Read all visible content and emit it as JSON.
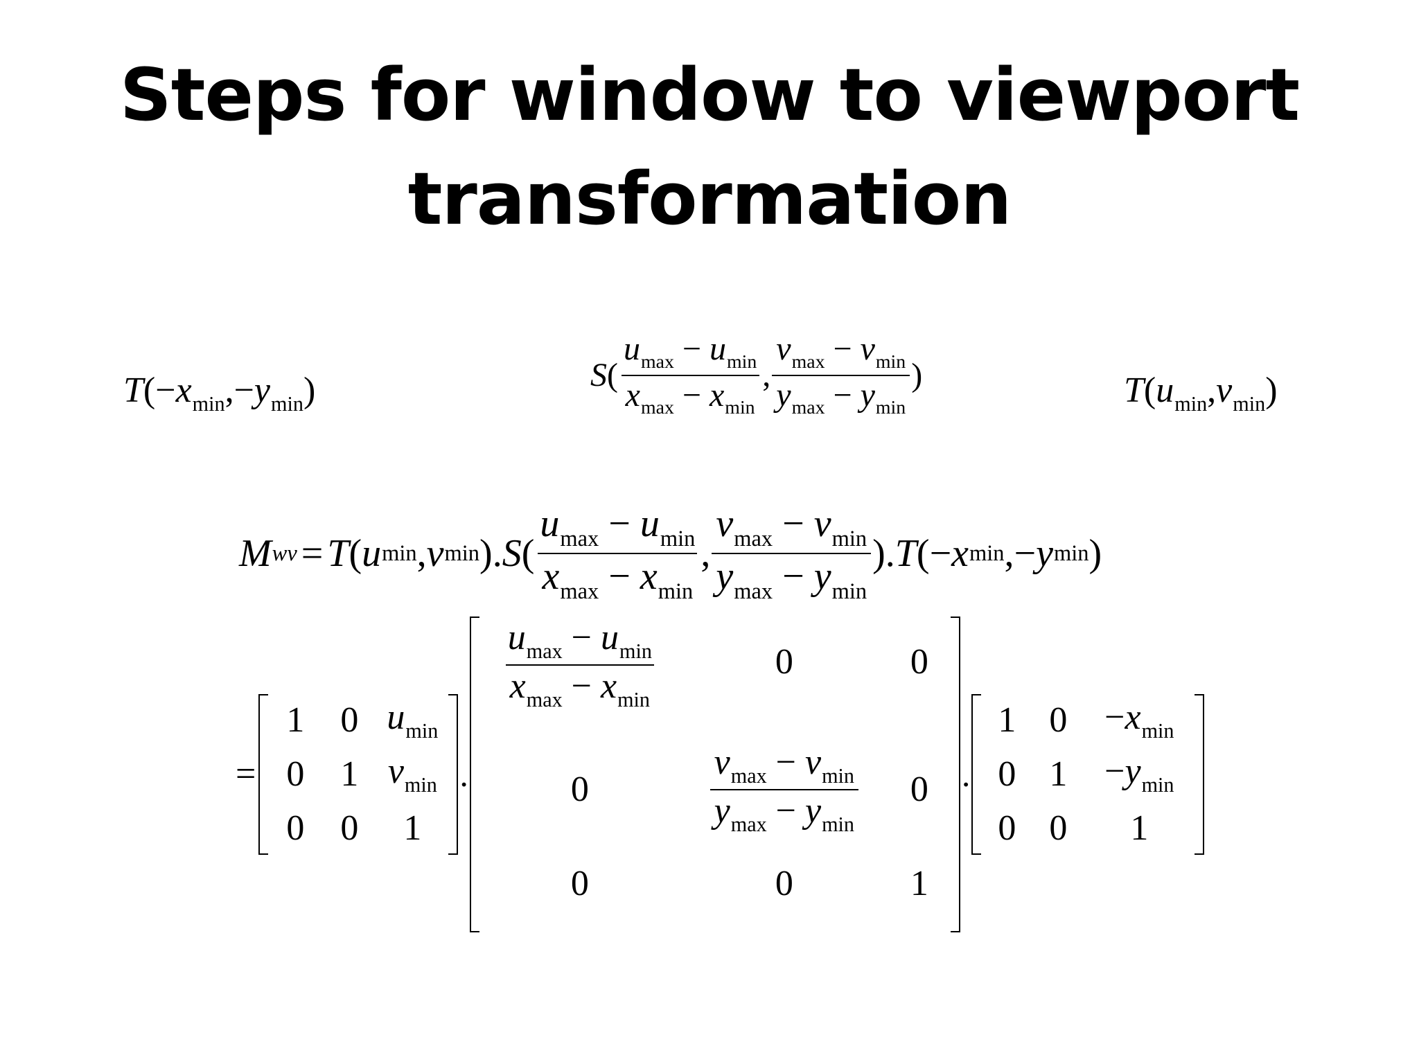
{
  "title": {
    "line1": "Steps for window to viewport",
    "line2": "transformation"
  },
  "symbols": {
    "T": "T",
    "S": "S",
    "M": "M",
    "M_sub": "wv",
    "x": "x",
    "y": "y",
    "u": "u",
    "v": "v",
    "min": "min",
    "max": "max",
    "minus": "−",
    "neg": "−",
    "equals": "=",
    "comma": ",",
    "lparen": "(",
    "rparen": ")",
    "dot": ".",
    "zero": "0",
    "one": "1"
  }
}
